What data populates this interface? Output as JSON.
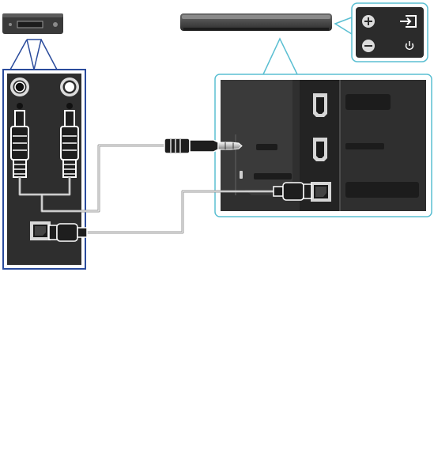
{
  "devices": {
    "source_device": {
      "name": "external-device"
    },
    "soundbar": {
      "name": "soundbar"
    }
  },
  "soundbar_buttons": [
    {
      "name": "volume-up-button",
      "icon": "plus-icon"
    },
    {
      "name": "input-source-button",
      "icon": "input-icon"
    },
    {
      "name": "volume-down-button",
      "icon": "minus-icon"
    },
    {
      "name": "power-button",
      "icon": "power-icon"
    }
  ],
  "connections": [
    {
      "name": "analog-audio-cable",
      "from": "rca-outputs",
      "to": "aux-in"
    },
    {
      "name": "optical-cable",
      "from": "optical-out",
      "to": "digital-audio-in"
    }
  ],
  "colors": {
    "callout_outline": "#5bbfd2",
    "device_outline": "#2a4b9c",
    "panel_dark": "#2e2e2e",
    "cable_gray": "#9a9a9a"
  }
}
